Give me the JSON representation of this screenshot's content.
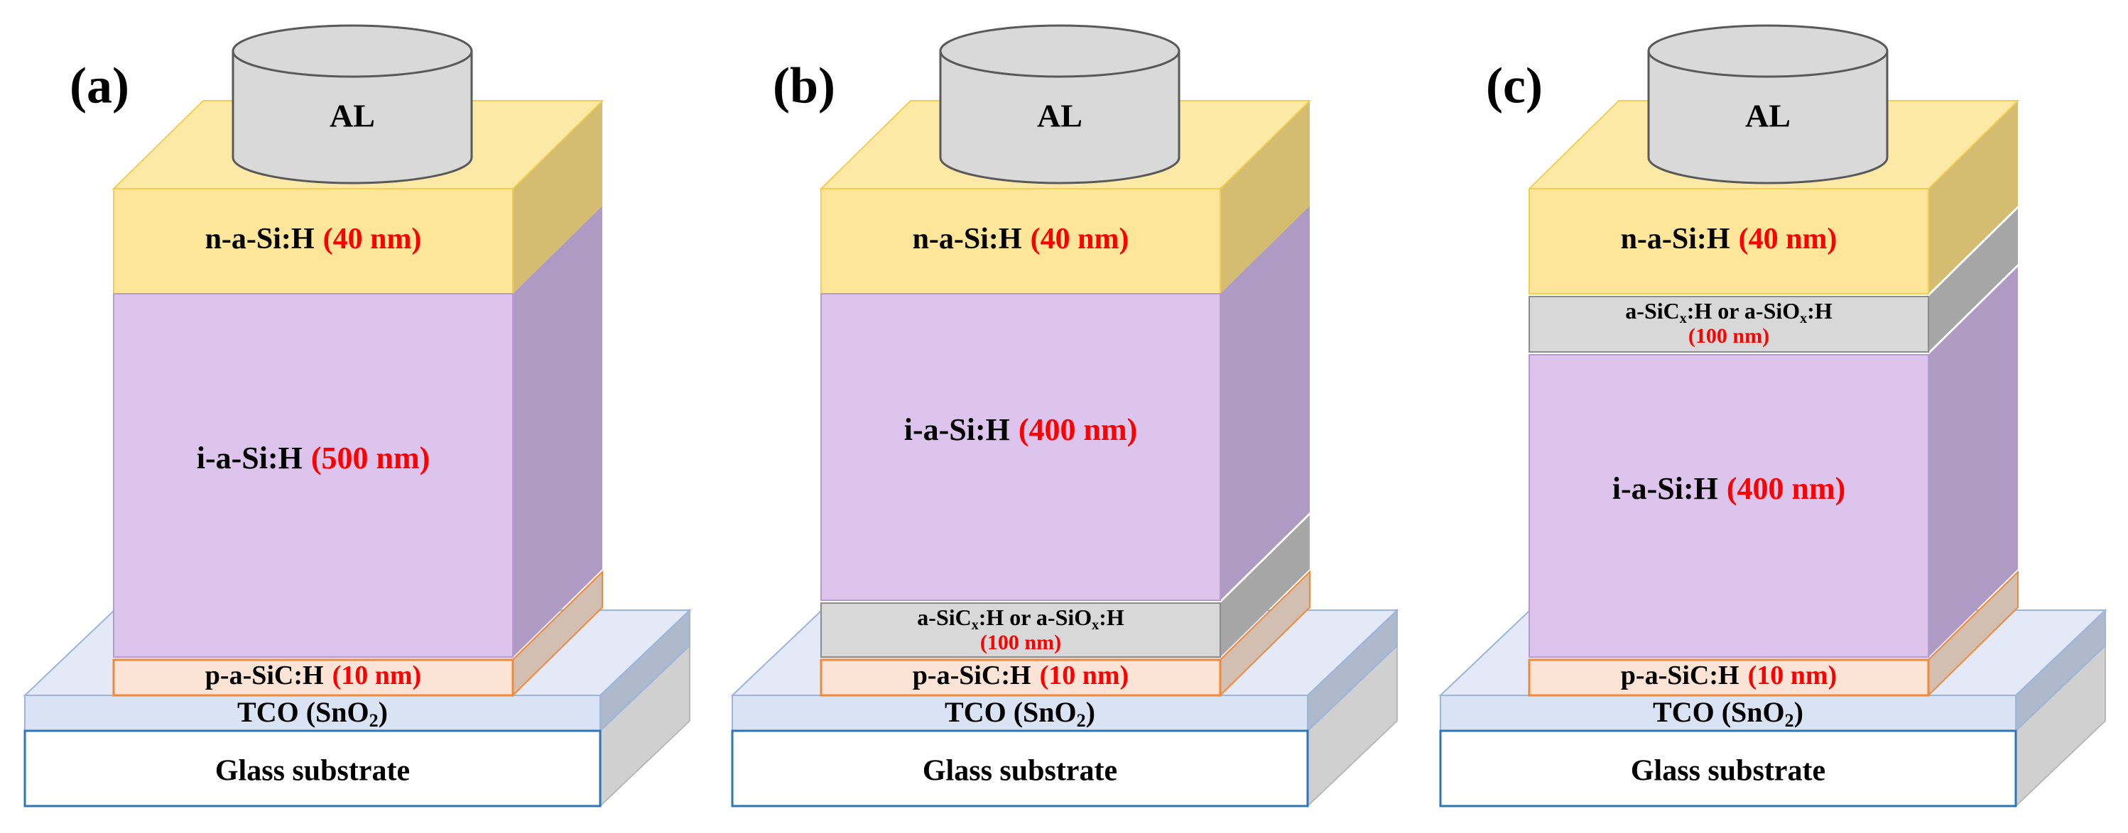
{
  "panels": [
    {
      "label": "(a)",
      "contact": "AL",
      "layers": [
        {
          "name": "n-a-Si:H",
          "thickness": "(40 nm)",
          "type": "n"
        },
        {
          "name": "i-a-Si:H",
          "thickness": "(500 nm)",
          "type": "i"
        },
        {
          "name": "p-a-SiC:H",
          "thickness": "(10 nm)",
          "type": "p"
        }
      ],
      "tco": {
        "prefix": "TCO (SnO",
        "sub": "2",
        "suffix": ")"
      },
      "glass": "Glass substrate"
    },
    {
      "label": "(b)",
      "contact": "AL",
      "layers": [
        {
          "name": "n-a-Si:H",
          "thickness": "(40 nm)",
          "type": "n"
        },
        {
          "name": "i-a-Si:H",
          "thickness": "(400 nm)",
          "type": "i"
        },
        {
          "name_parts": [
            "a-SiC",
            "x",
            ":H or a-SiO",
            "x",
            ":H"
          ],
          "thickness": "(100 nm)",
          "type": "buffer"
        },
        {
          "name": "p-a-SiC:H",
          "thickness": "(10 nm)",
          "type": "p"
        }
      ],
      "tco": {
        "prefix": "TCO (SnO",
        "sub": "2",
        "suffix": ")"
      },
      "glass": "Glass substrate"
    },
    {
      "label": "(c)",
      "contact": "AL",
      "layers": [
        {
          "name": "n-a-Si:H",
          "thickness": "(40 nm)",
          "type": "n"
        },
        {
          "name_parts": [
            "a-SiC",
            "x",
            ":H or a-SiO",
            "x",
            ":H"
          ],
          "thickness": "(100 nm)",
          "type": "buffer"
        },
        {
          "name": "i-a-Si:H",
          "thickness": "(400 nm)",
          "type": "i"
        },
        {
          "name": "p-a-SiC:H",
          "thickness": "(10 nm)",
          "type": "p"
        }
      ],
      "tco": {
        "prefix": "TCO (SnO",
        "sub": "2",
        "suffix": ")"
      },
      "glass": "Glass substrate"
    }
  ],
  "colors": {
    "n_front": "#fde599",
    "n_top": "#fde9a6",
    "n_side": "#d4bc70",
    "n_edge": "#f2ce55",
    "i_front": "#dcc4ec",
    "i_side": "#ae9ac2",
    "i_edge": "#b79bcf",
    "p_front": "#fbe4d5",
    "p_side": "#d2bfb2",
    "p_edge": "#ef8a3c",
    "buffer_front": "#d8d8d8",
    "buffer_side": "#a6a6a6",
    "buffer_edge": "#8c8c8c",
    "tco_front": "#dae3f3",
    "tco_top": "#e3e9f6",
    "tco_side": "#aeb9cc",
    "tco_edge": "#9db5db",
    "glass_front": "#ffffff",
    "glass_top": "#e8ecf3",
    "glass_side": "#d0d0d0",
    "glass_edge": "#2e75b6",
    "al_fill": "#d9d9d9",
    "al_stroke": "#595959",
    "thickness_text": "#ff0000",
    "label_text": "#000000"
  }
}
